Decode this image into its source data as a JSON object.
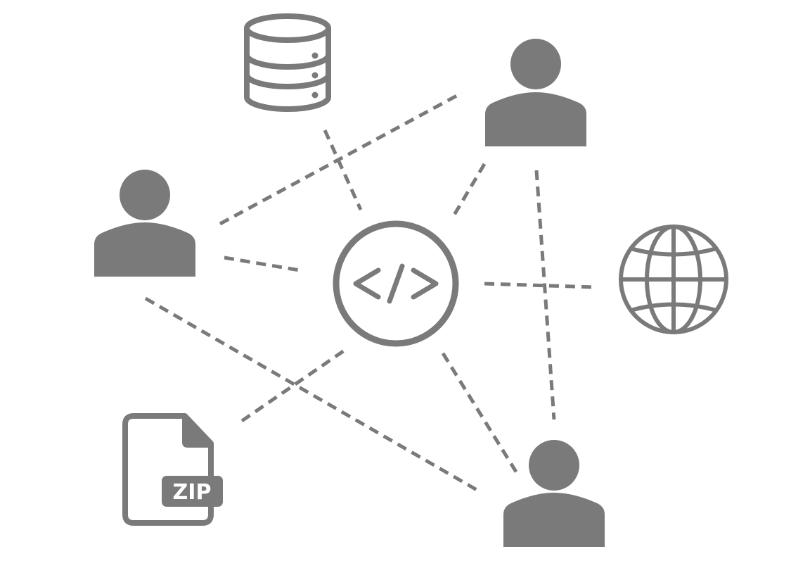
{
  "colors": {
    "icon": "#7a7a7a",
    "background": "#ffffff"
  },
  "nodes": [
    {
      "id": "database",
      "icon": "database-icon"
    },
    {
      "id": "user-top-right",
      "icon": "user-icon"
    },
    {
      "id": "user-left",
      "icon": "user-icon"
    },
    {
      "id": "code-hub",
      "icon": "code-icon"
    },
    {
      "id": "globe",
      "icon": "globe-icon"
    },
    {
      "id": "zip-file",
      "icon": "zip-file-icon"
    },
    {
      "id": "user-bottom-right",
      "icon": "user-icon"
    }
  ],
  "zip_file": {
    "label": "ZIP"
  },
  "connections": [
    {
      "from": "database",
      "to": "code-hub"
    },
    {
      "from": "user-left",
      "to": "user-top-right"
    },
    {
      "from": "user-top-right",
      "to": "code-hub"
    },
    {
      "from": "user-left",
      "to": "code-hub"
    },
    {
      "from": "code-hub",
      "to": "globe"
    },
    {
      "from": "user-top-right",
      "to": "user-bottom-right"
    },
    {
      "from": "user-left",
      "to": "user-bottom-right"
    },
    {
      "from": "zip-file",
      "to": "code-hub"
    },
    {
      "from": "code-hub",
      "to": "user-bottom-right"
    }
  ]
}
